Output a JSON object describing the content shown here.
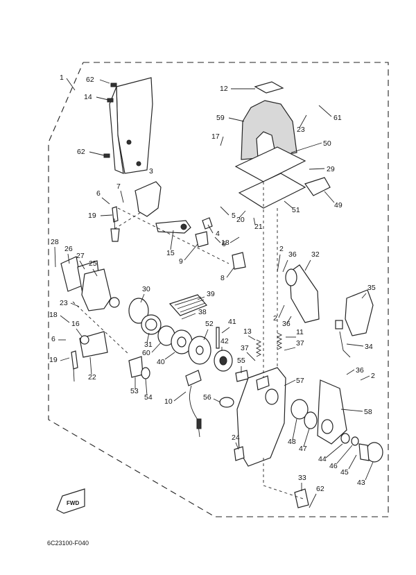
{
  "diagram": {
    "drawing_code": "6C23100-F040",
    "fwd_label": "FWD",
    "callouts": [
      {
        "label": "1"
      },
      {
        "label": "62"
      },
      {
        "label": "14"
      },
      {
        "label": "62"
      },
      {
        "label": "3"
      },
      {
        "label": "6"
      },
      {
        "label": "7"
      },
      {
        "label": "19"
      },
      {
        "label": "15"
      },
      {
        "label": "4"
      },
      {
        "label": "5"
      },
      {
        "label": "6"
      },
      {
        "label": "9"
      },
      {
        "label": "18"
      },
      {
        "label": "8"
      },
      {
        "label": "12"
      },
      {
        "label": "59"
      },
      {
        "label": "23"
      },
      {
        "label": "61"
      },
      {
        "label": "17"
      },
      {
        "label": "50"
      },
      {
        "label": "29"
      },
      {
        "label": "49"
      },
      {
        "label": "51"
      },
      {
        "label": "20"
      },
      {
        "label": "21"
      },
      {
        "label": "28"
      },
      {
        "label": "26"
      },
      {
        "label": "27"
      },
      {
        "label": "25"
      },
      {
        "label": "23"
      },
      {
        "label": "18"
      },
      {
        "label": "16"
      },
      {
        "label": "6"
      },
      {
        "label": "19"
      },
      {
        "label": "22"
      },
      {
        "label": "30"
      },
      {
        "label": "31"
      },
      {
        "label": "39"
      },
      {
        "label": "38"
      },
      {
        "label": "60"
      },
      {
        "label": "40"
      },
      {
        "label": "52"
      },
      {
        "label": "41"
      },
      {
        "label": "42"
      },
      {
        "label": "13"
      },
      {
        "label": "37"
      },
      {
        "label": "55"
      },
      {
        "label": "53"
      },
      {
        "label": "54"
      },
      {
        "label": "10"
      },
      {
        "label": "56"
      },
      {
        "label": "2"
      },
      {
        "label": "36"
      },
      {
        "label": "32"
      },
      {
        "label": "35"
      },
      {
        "label": "2"
      },
      {
        "label": "36"
      },
      {
        "label": "11"
      },
      {
        "label": "37"
      },
      {
        "label": "34"
      },
      {
        "label": "36"
      },
      {
        "label": "2"
      },
      {
        "label": "57"
      },
      {
        "label": "58"
      },
      {
        "label": "48"
      },
      {
        "label": "47"
      },
      {
        "label": "24"
      },
      {
        "label": "44"
      },
      {
        "label": "46"
      },
      {
        "label": "45"
      },
      {
        "label": "43"
      },
      {
        "label": "33"
      },
      {
        "label": "62"
      }
    ]
  }
}
